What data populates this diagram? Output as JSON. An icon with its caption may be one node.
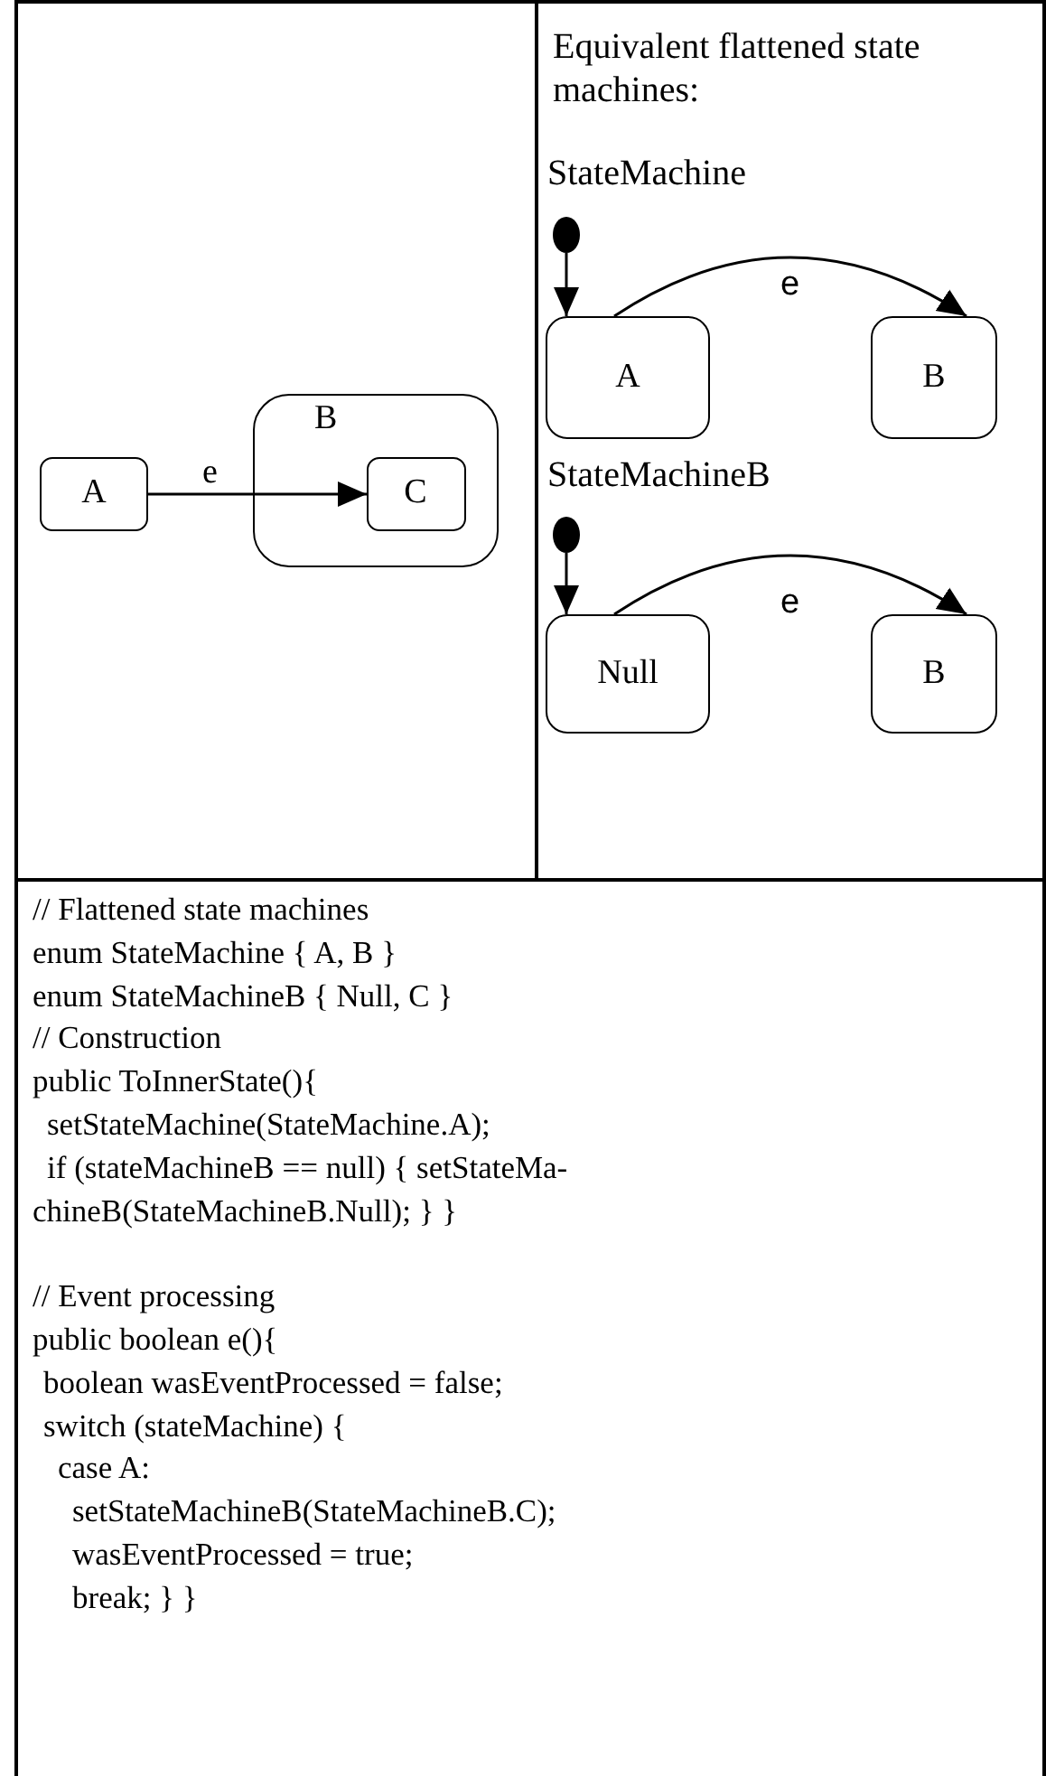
{
  "diagram": {
    "nodes": [
      {
        "text": [
          "A"
        ]
      },
      {
        "text": [
          "B"
        ]
      },
      {
        "text": [
          "C"
        ],
        "in": 1
      },
      {
        "text": [],
        "shape": "circle"
      },
      {
        "text": [
          "A"
        ]
      },
      {
        "text": [
          "B"
        ]
      },
      {
        "text": [],
        "shape": "circle"
      },
      {
        "text": [
          "Null"
        ]
      },
      {
        "text": [
          "B"
        ]
      }
    ],
    "edges": [
      {
        "from": 0,
        "to": 2,
        "arrow": "to",
        "label": "e"
      },
      {
        "from": 3,
        "to": 4,
        "arrow": "to"
      },
      {
        "from": 4,
        "to": 5,
        "arrow": "to",
        "label": "e"
      },
      {
        "from": 6,
        "to": 7,
        "arrow": "to"
      },
      {
        "from": 7,
        "to": 8,
        "arrow": "to",
        "label": "e"
      }
    ],
    "labels": [
      "Equivalent flattened state machines:",
      "StateMachine",
      "StateMachineB",
      "// Flattened state machines",
      "enum StateMachine { A, B }",
      "enum StateMachineB { Null, C }",
      "// Construction",
      "public ToInnerState(){",
      "setStateMachine(StateMachine.A);",
      "if (stateMachineB == null) { setStateMa-",
      "chineB(StateMachineB.Null); } }",
      "// Event processing",
      "public boolean e(){",
      "boolean wasEventProcessed = false;",
      "switch (stateMachine) {",
      "case A:",
      "setStateMachineB(StateMachineB.C);",
      "wasEventProcessed = true;",
      "break; } }"
    ]
  }
}
